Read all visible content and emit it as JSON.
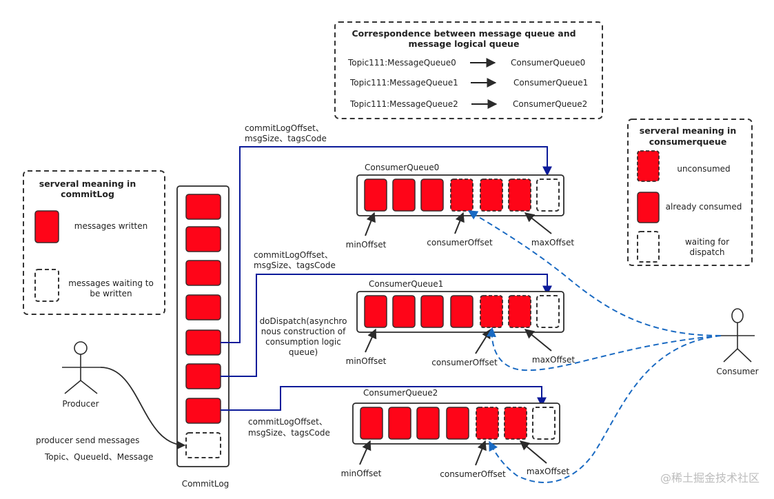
{
  "colors": {
    "message_fill": "#fe0518",
    "message_stroke": "#3a2a2a",
    "dispatch_line": "#0b1a99",
    "consumer_line": "#1a6ac2",
    "text": "#222222"
  },
  "mapping_legend": {
    "title_line1": "Correspondence between message queue and",
    "title_line2": "message logical queue",
    "rows": [
      {
        "from": "Topic111:MessageQueue0",
        "to": "ConsumerQueue0"
      },
      {
        "from": "Topic111:MessageQueue1",
        "to": "ConsumerQueue1"
      },
      {
        "from": "Topic111:MessageQueue2",
        "to": "ConsumerQueue2"
      }
    ]
  },
  "commitlog_legend": {
    "title_line1": "serveral meaning in",
    "title_line2": "commitLog",
    "items": [
      {
        "style": "solid",
        "label_line1": "messages written",
        "label_line2": ""
      },
      {
        "style": "dashed-empty",
        "label_line1": "messages waiting to",
        "label_line2": "be written"
      }
    ]
  },
  "consumerqueue_legend": {
    "title_line1": "serveral meaning in",
    "title_line2": "consumerqueue",
    "items": [
      {
        "style": "dashed-filled",
        "label_line1": "unconsumed",
        "label_line2": ""
      },
      {
        "style": "solid",
        "label_line1": "already consumed",
        "label_line2": ""
      },
      {
        "style": "dashed-empty",
        "label_line1": "waiting for",
        "label_line2": "dispatch"
      }
    ]
  },
  "commitlog": {
    "label": "CommitLog",
    "cells": [
      "solid",
      "solid",
      "solid",
      "solid",
      "solid",
      "solid",
      "solid",
      "dashed-empty"
    ]
  },
  "producer": {
    "label": "Producer",
    "send_label": "producer send messages",
    "send_fields": "Topic、QueueId、Message"
  },
  "consumer": {
    "label": "Consumer"
  },
  "dispatch": {
    "label_lines": [
      "doDispatch(asynchro",
      "nous construction of",
      "consumption logic",
      "queue)"
    ],
    "fields_line1": "commitLogOffset、",
    "fields_line2": "msgSize、tagsCode"
  },
  "consumer_queues": [
    {
      "name": "ConsumerQueue0",
      "cells": [
        "solid",
        "solid",
        "solid",
        "dashed-filled",
        "dashed-filled",
        "dashed-filled",
        "dashed-empty"
      ],
      "pointers": {
        "min": "minOffset",
        "consumer": "consumerOffset",
        "max": "maxOffset"
      }
    },
    {
      "name": "ConsumerQueue1",
      "cells": [
        "solid",
        "solid",
        "solid",
        "solid",
        "dashed-filled",
        "dashed-filled",
        "dashed-empty"
      ],
      "pointers": {
        "min": "minOffset",
        "consumer": "consumerOffset",
        "max": "maxOffset"
      }
    },
    {
      "name": "ConsumerQueue2",
      "cells": [
        "solid",
        "solid",
        "solid",
        "solid",
        "dashed-filled",
        "dashed-filled",
        "dashed-empty"
      ],
      "pointers": {
        "min": "minOffset",
        "consumer": "consumerOffset",
        "max": "maxOffset"
      }
    }
  ],
  "watermark": "@稀土掘金技术社区"
}
